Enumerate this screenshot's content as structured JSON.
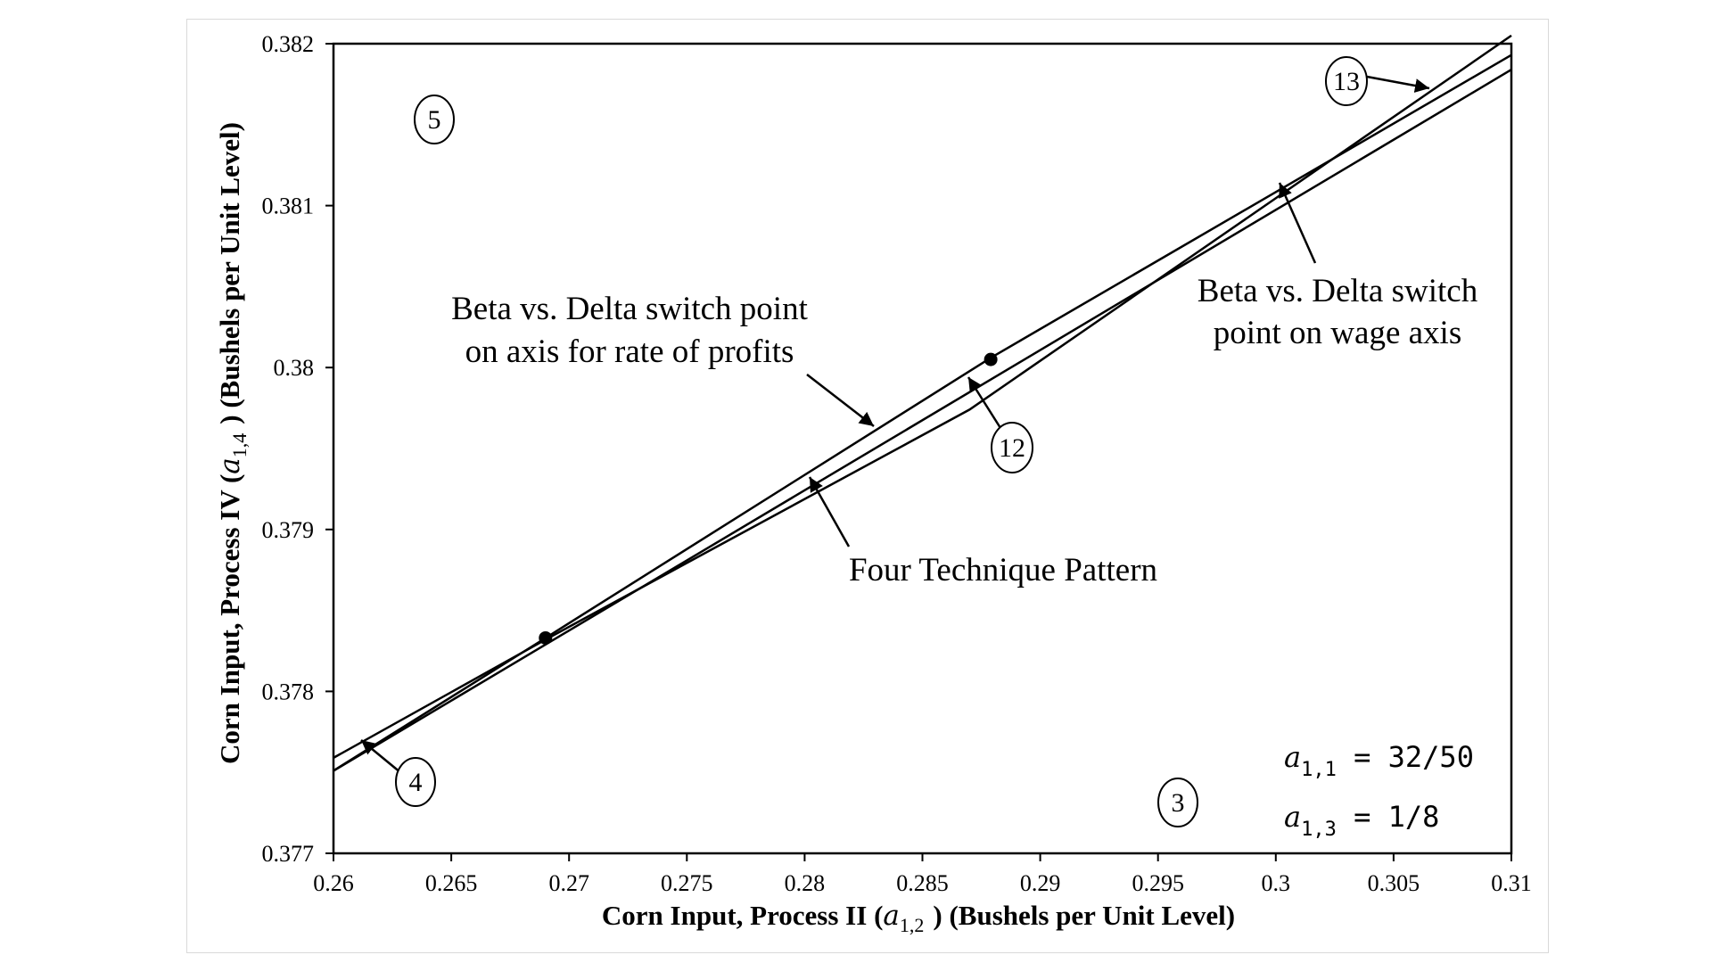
{
  "chart_data": {
    "type": "line",
    "title": "",
    "xlabel": {
      "before": "Corn Input, Process II (",
      "symbol": "a",
      "subscript": "1,2",
      "after": ") (Bushels per Unit Level)"
    },
    "ylabel": {
      "before": "Corn Input, Process IV (",
      "symbol": "a",
      "subscript": "1,4",
      "after": ") (Bushels per Unit Level)"
    },
    "xlim": [
      0.26,
      0.31
    ],
    "ylim": [
      0.377,
      0.382
    ],
    "x_tick_labels": [
      "0.26",
      "0.265",
      "0.27",
      "0.275",
      "0.28",
      "0.285",
      "0.29",
      "0.295",
      "0.3",
      "0.305",
      "0.31"
    ],
    "y_tick_labels": [
      "0.377",
      "0.378",
      "0.379",
      "0.38",
      "0.381",
      "0.382"
    ],
    "grid": false,
    "legend": "none",
    "series": [
      {
        "id": "profit-switch",
        "x": [
          0.26,
          0.269,
          0.287,
          0.31
        ],
        "y": [
          0.37759,
          0.37832,
          0.37974,
          0.38205
        ]
      },
      {
        "id": "wage-switch",
        "x": [
          0.26,
          0.269,
          0.2879,
          0.31
        ],
        "y": [
          0.37751,
          0.37833,
          0.38006,
          0.38193
        ]
      },
      {
        "id": "four-technique",
        "x": [
          0.26,
          0.31
        ],
        "y": [
          0.37751,
          0.38184
        ]
      }
    ],
    "points": [
      {
        "x": 0.269,
        "y": 0.37833
      },
      {
        "x": 0.2879,
        "y": 0.38005
      }
    ],
    "annotations": [
      {
        "id": "profit-switch-label",
        "lines": [
          "Beta vs. Delta switch point",
          "on axis for rate of profits"
        ]
      },
      {
        "id": "wage-switch-label",
        "lines": [
          "Beta vs. Delta switch",
          "point on wage axis"
        ]
      },
      {
        "id": "four-technique-label",
        "lines": [
          "Four Technique Pattern"
        ]
      }
    ],
    "regions": [
      "5",
      "13",
      "12",
      "4",
      "3"
    ],
    "parameters": [
      {
        "symbol": "a",
        "subscript": "1,1",
        "value": " = 32/50"
      },
      {
        "symbol": "a",
        "subscript": "1,3",
        "value": " = 1/8"
      }
    ]
  }
}
